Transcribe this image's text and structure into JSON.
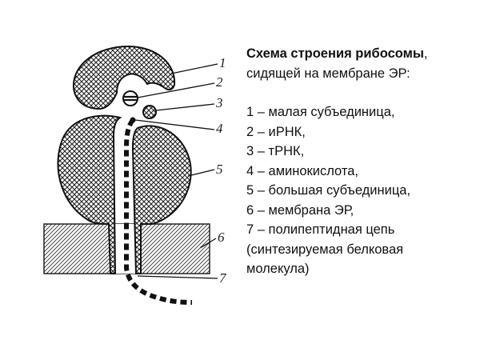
{
  "title": {
    "bold": "Схема строения рибосомы",
    "rest": ",",
    "line2": "сидящей на мембране ЭР:"
  },
  "legend": [
    "1 – малая субъединица,",
    "2 – иРНК,",
    "3 – тРНК,",
    "4 – аминокислота,",
    "5 – большая субъединица,",
    "6 – мембрана ЭР,",
    "7 – полипептидная цепь",
    "(синтезируемая белковая",
    "молекула)"
  ],
  "callouts": [
    "1",
    "2",
    "3",
    "4",
    "5",
    "6",
    "7"
  ],
  "colors": {
    "ink": "#111111",
    "hatch": "#333333",
    "background": "#ffffff"
  }
}
